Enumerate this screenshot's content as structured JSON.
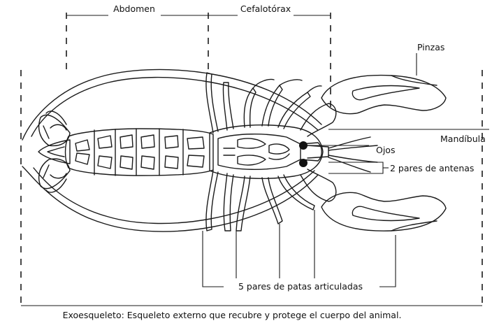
{
  "labels": {
    "abdomen": "Abdomen",
    "cephalothorax": "Cefalotórax",
    "claws": "Pinzas",
    "mandible": "Mandíbula",
    "eyes": "Ojos",
    "antennae": "2 pares de antenas",
    "legs": "5 pares de patas articuladas",
    "exoskeleton": "Exoesqueleto: Esqueleto externo que recubre y protege el cuerpo del animal."
  }
}
